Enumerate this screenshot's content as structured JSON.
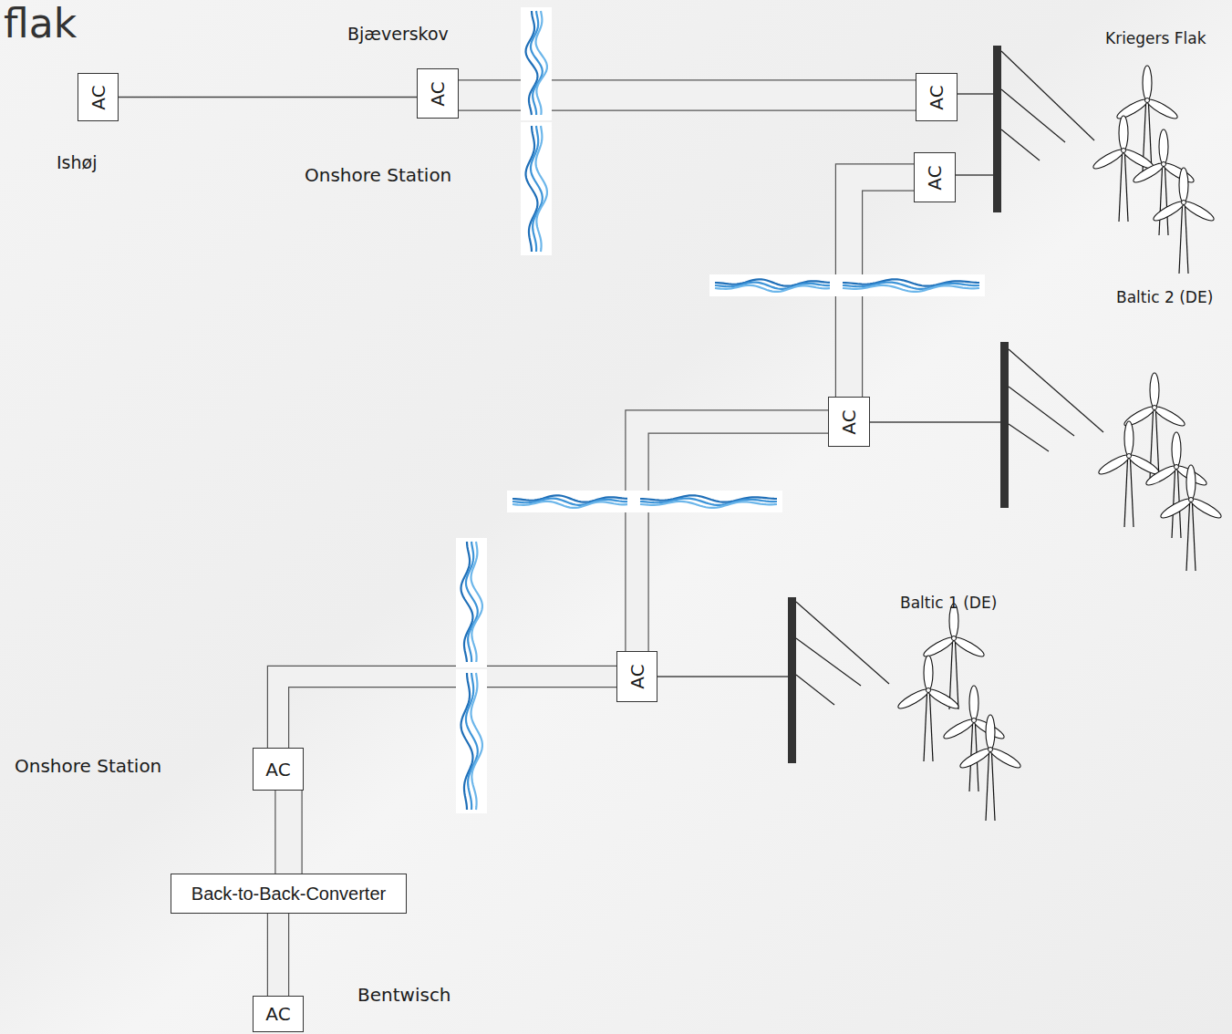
{
  "diagram": {
    "title": "flak",
    "nodes": [
      {
        "text": [
          "AC"
        ]
      },
      {
        "text": [
          "AC"
        ]
      },
      {
        "text": [
          "AC"
        ]
      },
      {
        "text": [
          "AC"
        ]
      },
      {
        "text": [
          "AC"
        ]
      },
      {
        "text": [
          "AC"
        ]
      },
      {
        "text": [
          "AC"
        ]
      },
      {
        "text": [
          "Back-to-Back-Converter"
        ]
      },
      {
        "text": [
          "AC"
        ]
      }
    ],
    "edges": [
      {
        "from": 0,
        "to": 1,
        "arrow": "none"
      },
      {
        "from": 1,
        "to": 2,
        "arrow": "none"
      },
      {
        "from": 3,
        "to": 4,
        "arrow": "none"
      },
      {
        "from": 4,
        "to": 5,
        "arrow": "none"
      },
      {
        "from": 5,
        "to": 6,
        "arrow": "none"
      },
      {
        "from": 6,
        "to": 7,
        "arrow": "none"
      },
      {
        "from": 7,
        "to": 8,
        "arrow": "none"
      }
    ],
    "labels": [
      "Bjæverskov",
      "Ishøj",
      "Onshore Station",
      "Kriegers Flak",
      "Baltic 2 (DE)",
      "Baltic 1 (DE)",
      "Onshore Station",
      "Bentwisch"
    ]
  }
}
